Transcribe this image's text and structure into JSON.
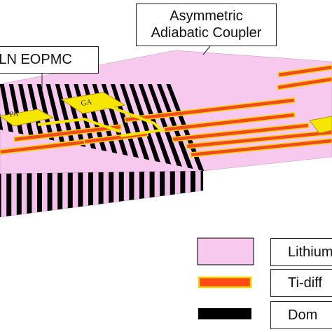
{
  "callouts": {
    "coupler_line1": "Asymmetric",
    "coupler_line2": "Adiabatic Coupler",
    "eopmc": "PLN EOPMC"
  },
  "electrode_labels": {
    "pa": "PA",
    "ga": "GA"
  },
  "legend": [
    {
      "label": "Lithium",
      "color": "#f7c9ee"
    },
    {
      "label": "Ti-diff",
      "color": "#ff4a12"
    },
    {
      "label": "Dom",
      "color": "#000000"
    }
  ],
  "colors": {
    "substrate_top": "#f7c9ee",
    "substrate_side": "#f3c1e9",
    "waveguide_fill": "#f34a1d",
    "waveguide_border": "#f2d400",
    "electrode": "#f6e600",
    "domain": "#000000"
  }
}
